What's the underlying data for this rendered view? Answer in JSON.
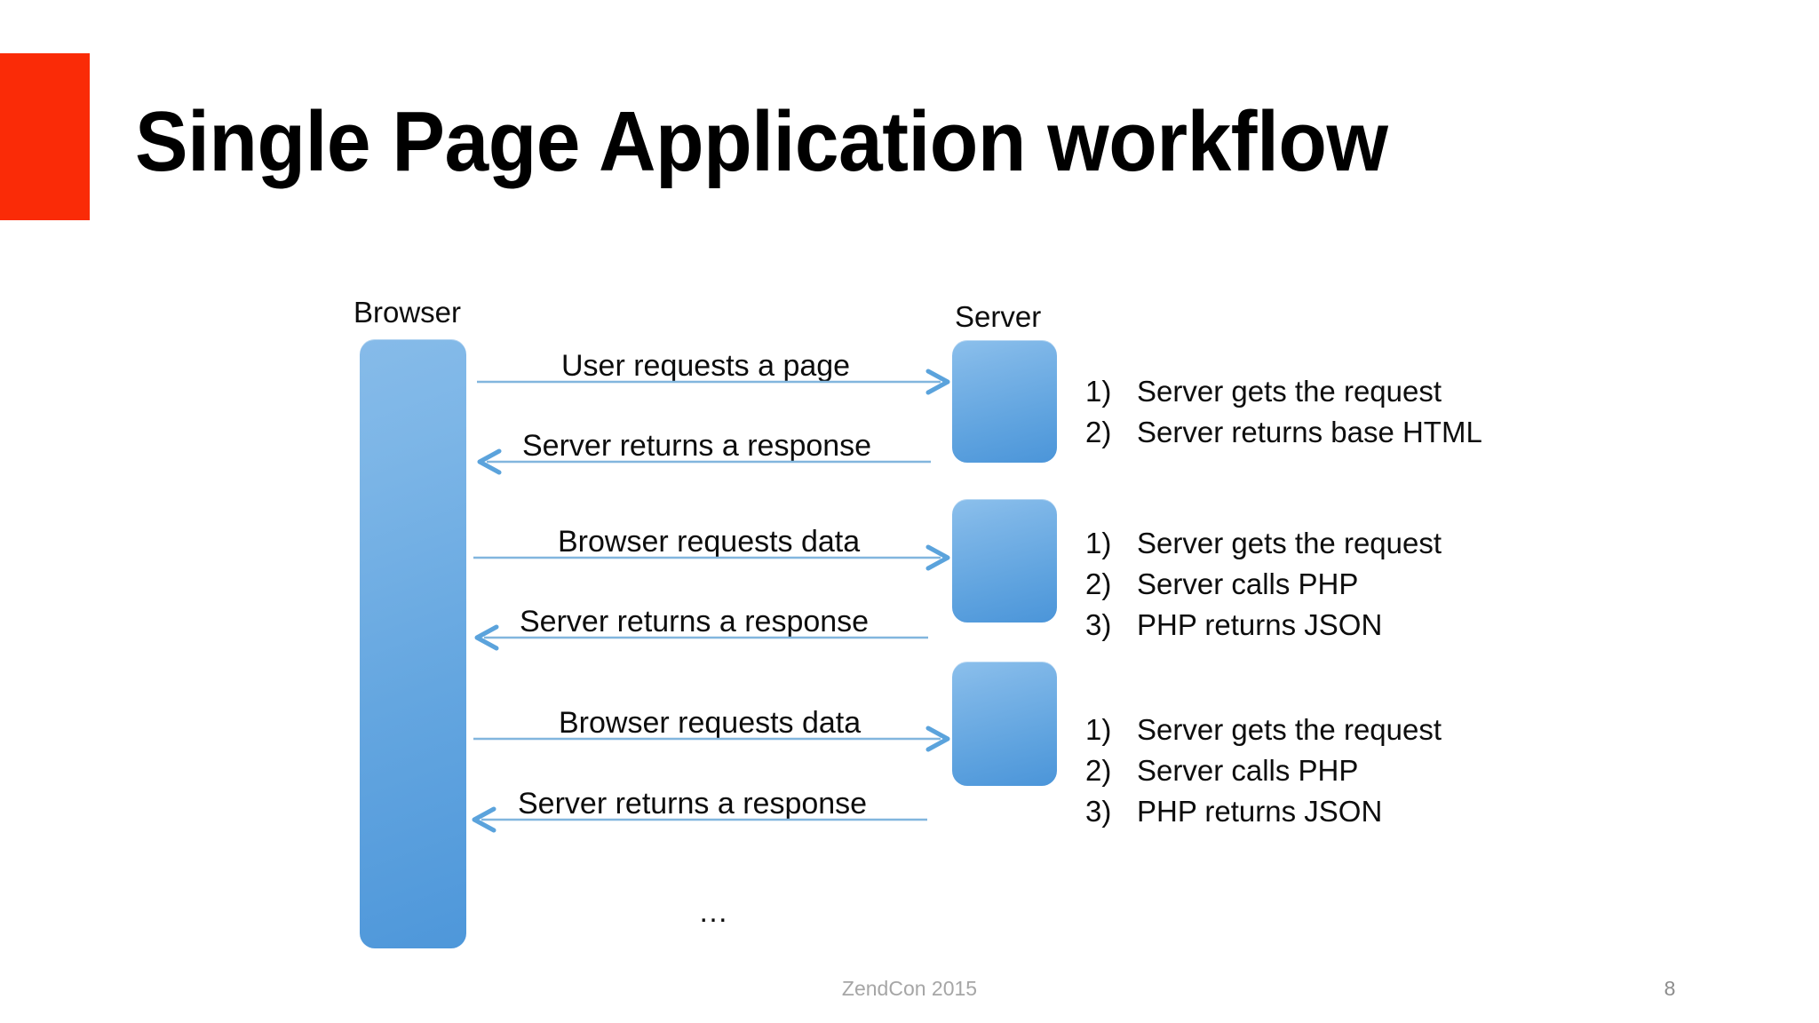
{
  "slide": {
    "title": "Single Page Application workflow",
    "accent_color": "#fa2b07",
    "background_color": "#ffffff",
    "shape_color": "#6daee3",
    "arrow_color": "#82b6de"
  },
  "diagram": {
    "browser_label": "Browser",
    "server_label": "Server",
    "ellipsis": "…",
    "arrows": [
      {
        "label": "User requests a page",
        "direction": "right"
      },
      {
        "label": "Server returns a response",
        "direction": "left"
      },
      {
        "label": "Browser requests data",
        "direction": "right"
      },
      {
        "label": "Server returns a response",
        "direction": "left"
      },
      {
        "label": "Browser requests data",
        "direction": "right"
      },
      {
        "label": "Server returns a response",
        "direction": "left"
      }
    ],
    "server_groups": [
      {
        "steps": [
          {
            "num": "1)",
            "text": "Server gets the request"
          },
          {
            "num": "2)",
            "text": "Server returns base HTML"
          }
        ]
      },
      {
        "steps": [
          {
            "num": "1)",
            "text": "Server gets the request"
          },
          {
            "num": "2)",
            "text": "Server calls PHP"
          },
          {
            "num": "3)",
            "text": "PHP returns JSON"
          }
        ]
      },
      {
        "steps": [
          {
            "num": "1)",
            "text": "Server gets the request"
          },
          {
            "num": "2)",
            "text": "Server calls PHP"
          },
          {
            "num": "3)",
            "text": "PHP returns JSON"
          }
        ]
      }
    ]
  },
  "footer": {
    "text": "ZendCon 2015",
    "page_number": "8"
  }
}
